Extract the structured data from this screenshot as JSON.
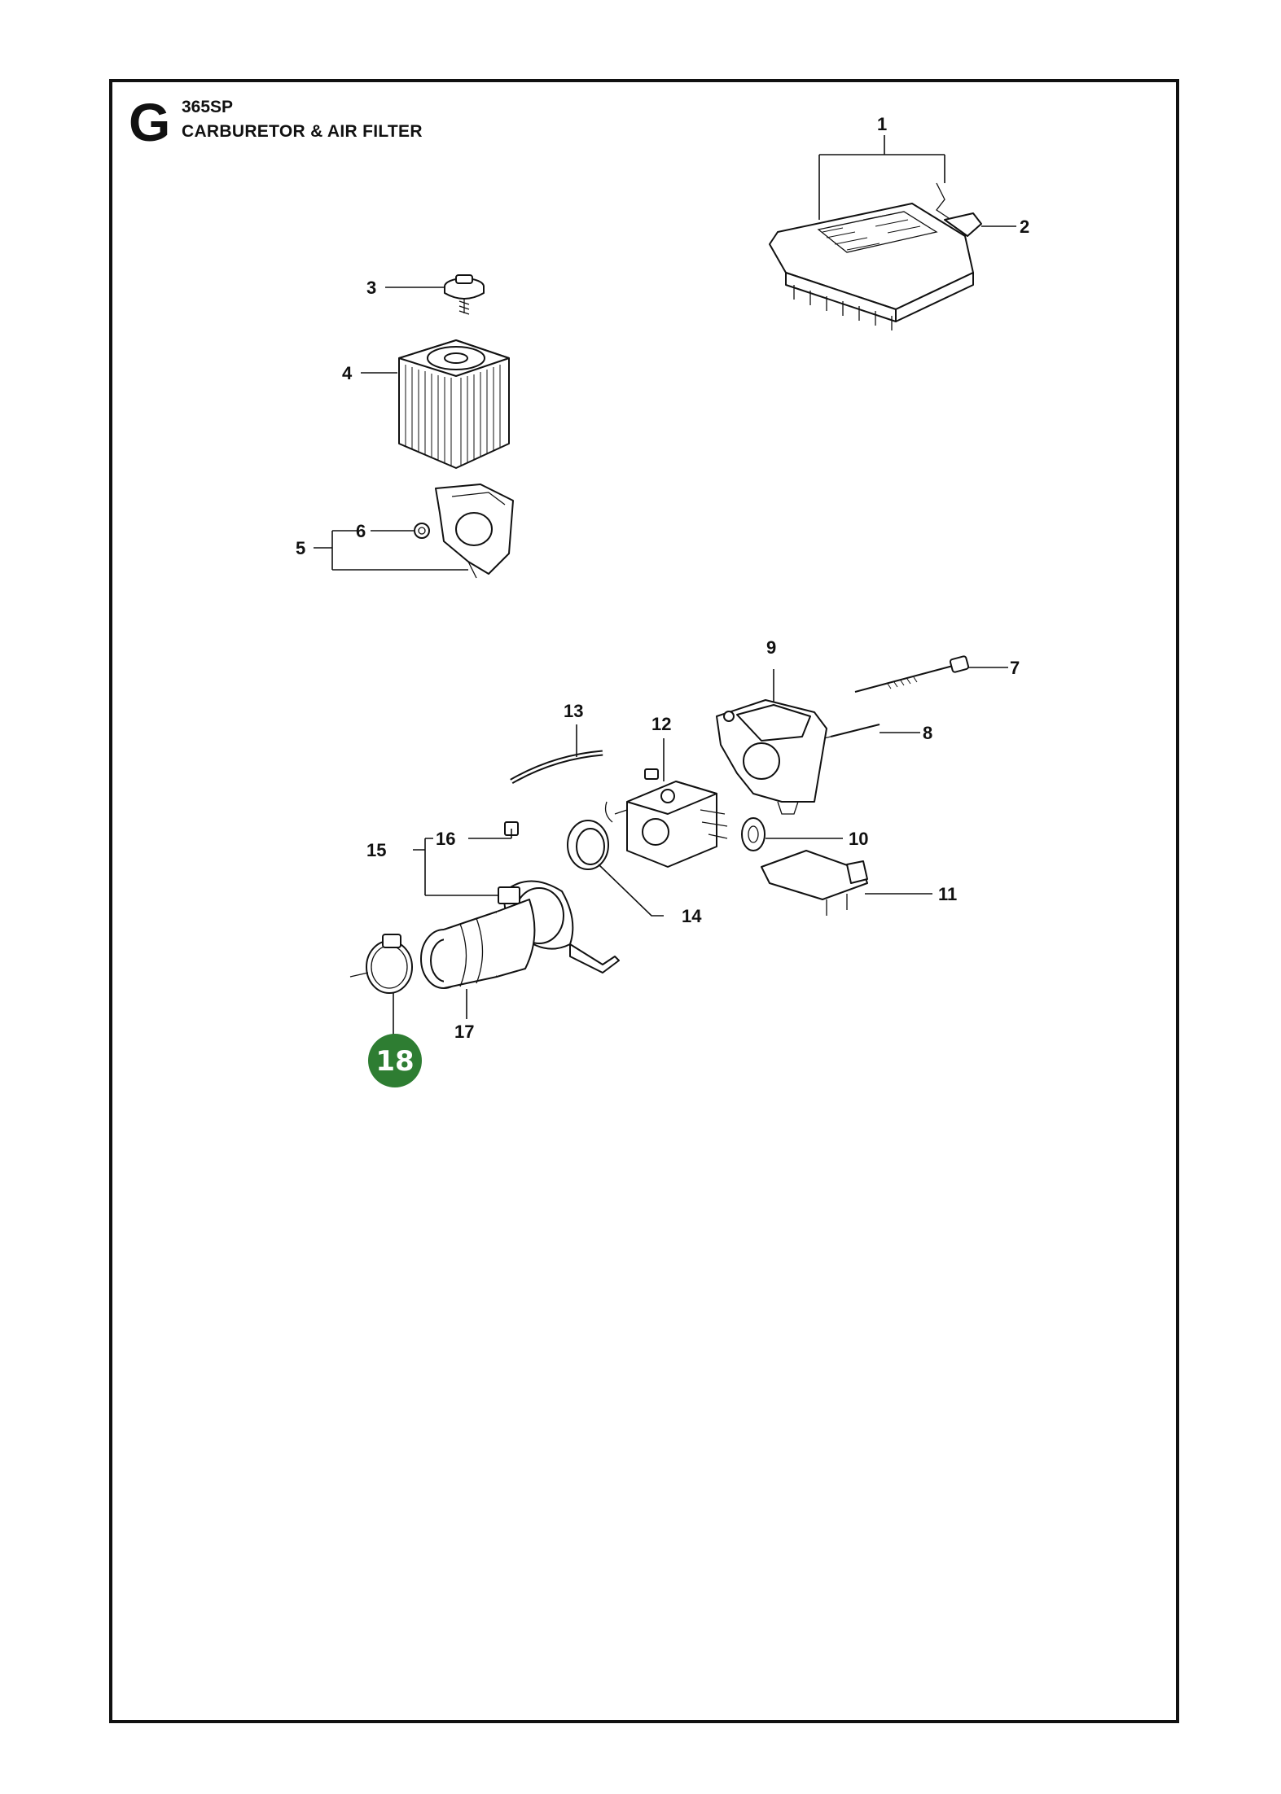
{
  "header": {
    "section_letter": "G",
    "model": "365SP",
    "title": "CARBURETOR & AIR FILTER"
  },
  "callouts": {
    "c1": "1",
    "c2": "2",
    "c3": "3",
    "c4": "4",
    "c5": "5",
    "c6": "6",
    "c7": "7",
    "c8": "8",
    "c9": "9",
    "c10": "10",
    "c11": "11",
    "c12": "12",
    "c13": "13",
    "c14": "14",
    "c15": "15",
    "c16": "16",
    "c17": "17"
  },
  "highlight": {
    "label": "18",
    "color": "#2e7d32"
  }
}
